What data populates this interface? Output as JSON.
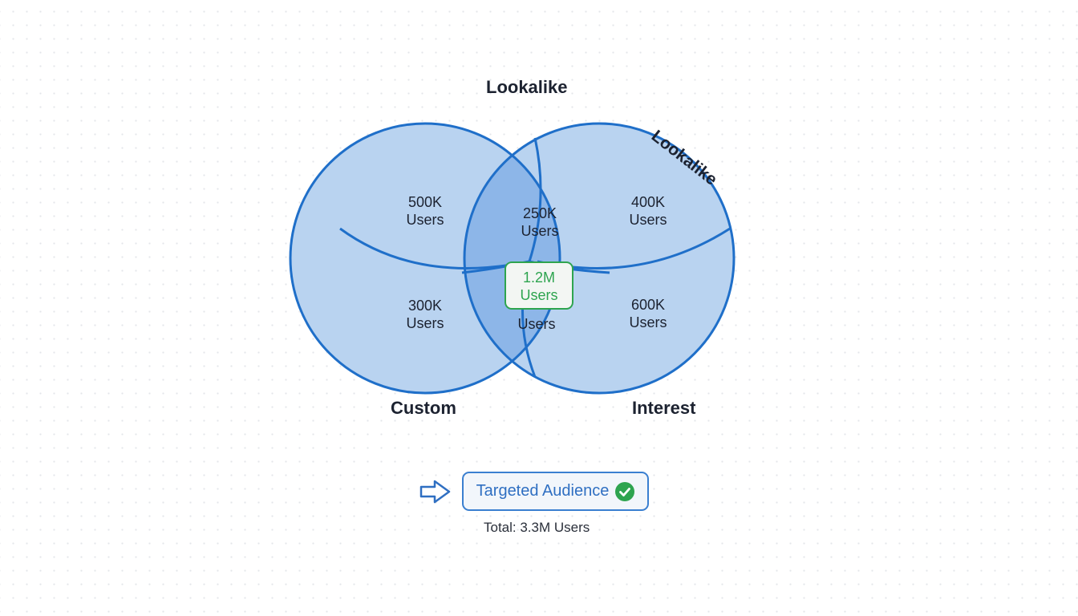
{
  "diagram": {
    "sets": [
      {
        "name": "Lookalike",
        "label_position": "top"
      },
      {
        "name": "Lookalike",
        "label_position": "top-right-curved"
      },
      {
        "name": "Custom",
        "label_position": "bottom-left"
      },
      {
        "name": "Interest",
        "label_position": "bottom-right"
      }
    ],
    "labels": {
      "top": "Lookalike",
      "curved": "Lookalike",
      "custom": "Custom",
      "interest": "Interest"
    },
    "regions": [
      {
        "id": "custom-upper",
        "value": "500K",
        "unit": "Users"
      },
      {
        "id": "center-upper",
        "value": "250K",
        "unit": "Users"
      },
      {
        "id": "interest-upper",
        "value": "400K",
        "unit": "Users"
      },
      {
        "id": "custom-lower",
        "value": "300K",
        "unit": "Users"
      },
      {
        "id": "center-lower",
        "value": "",
        "unit": "Users"
      },
      {
        "id": "interest-lower",
        "value": "600K",
        "unit": "Users"
      }
    ],
    "highlight": {
      "value": "1.2M",
      "unit": "Users"
    },
    "colors": {
      "stroke": "#1f6fc9",
      "fill": "#b9d3f0",
      "overlap_fill": "#8db6e8",
      "highlight": "#2ea44f"
    }
  },
  "footer": {
    "button_label": "Targeted Audience",
    "total": "Total: 3.3M Users",
    "arrow_icon": "right-arrow-icon",
    "check_icon": "check-circle-icon"
  }
}
